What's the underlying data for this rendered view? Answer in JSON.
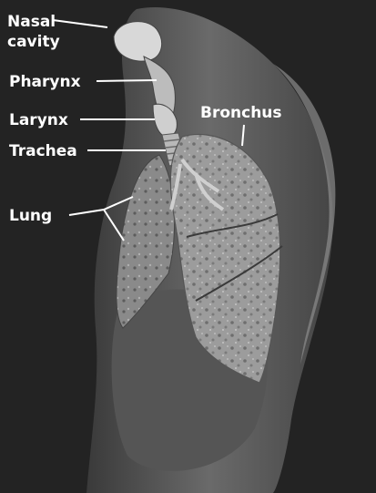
{
  "figure": {
    "labels": {
      "nasal_cavity_line1": "Nasal",
      "nasal_cavity_line2": "cavity",
      "pharynx": "Pharynx",
      "larynx": "Larynx",
      "trachea": "Trachea",
      "bronchus": "Bronchus",
      "lung": "Lung"
    }
  },
  "colors": {
    "background": "#1f1f1f",
    "body": "#5a5a5a",
    "lung": "#9a9a9a",
    "label": "#ffffff"
  }
}
